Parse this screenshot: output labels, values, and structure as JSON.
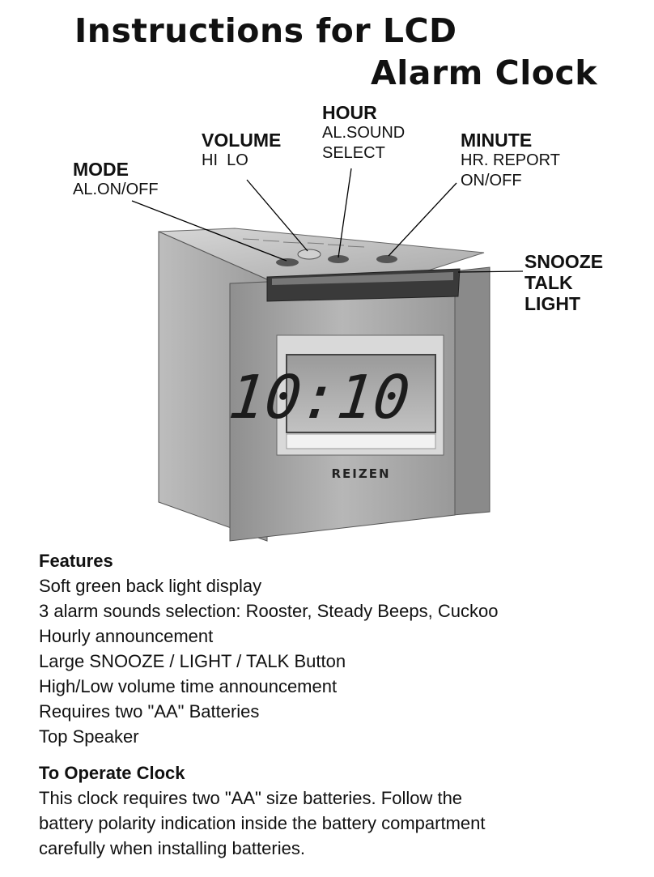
{
  "title": {
    "line1": "Instructions for LCD",
    "line2": "Alarm Clock"
  },
  "callouts": {
    "mode": {
      "heading": "MODE",
      "sub": [
        "AL.ON/OFF"
      ]
    },
    "volume": {
      "heading": "VOLUME",
      "sub": [
        "HI  LO"
      ]
    },
    "hour": {
      "heading": "HOUR",
      "sub": [
        "AL.SOUND",
        "SELECT"
      ]
    },
    "minute": {
      "heading": "MINUTE",
      "sub": [
        "HR. REPORT",
        "ON/OFF"
      ]
    },
    "snooze": [
      "SNOOZE",
      "TALK",
      "LIGHT"
    ]
  },
  "clock": {
    "time": "10:10",
    "brand": "REIZEN"
  },
  "features": {
    "heading": "Features",
    "items": [
      "Soft green back light display",
      "3 alarm sounds selection: Rooster, Steady Beeps, Cuckoo",
      "Hourly announcement",
      "Large SNOOZE / LIGHT / TALK Button",
      "High/Low volume time announcement",
      "Requires two \"AA\" Batteries",
      "Top Speaker"
    ]
  },
  "operate": {
    "heading": "To Operate Clock",
    "lines": [
      "This clock requires two \"AA\" size batteries. Follow the",
      "battery polarity indication inside the battery compartment",
      "carefully when installing batteries."
    ]
  }
}
